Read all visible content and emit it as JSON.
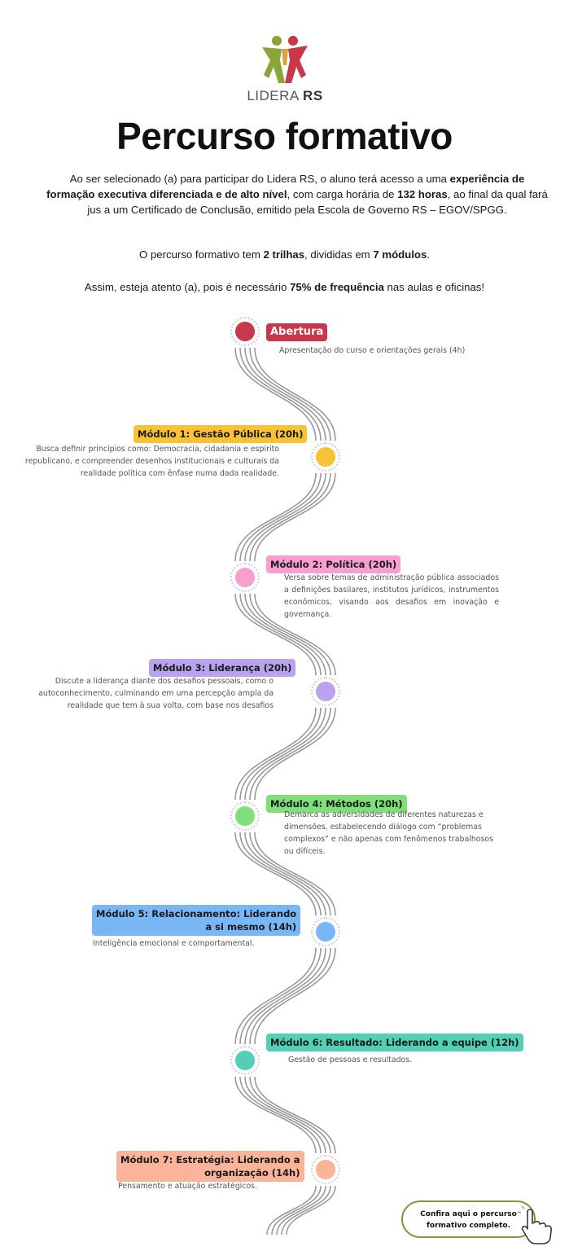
{
  "brand": {
    "name_light": "LIDERA",
    "name_bold": "RS",
    "colors": {
      "green": "#8aa437",
      "red": "#c8384a"
    }
  },
  "title": "Percurso formativo",
  "intro": {
    "p1_a": "Ao ser selecionado (a) para participar do Lidera RS, o aluno terá acesso a uma ",
    "p1_b": "experiência de formação executiva diferenciada e de alto nível",
    "p1_c": ", com carga horária de ",
    "p1_d": "132 horas",
    "p1_e": ", ao final da qual fará jus a um Certificado de Conclusão, emitido pela Escola de Governo RS – EGOV/SPGG.",
    "p2_a": "O percurso formativo tem ",
    "p2_b": "2 trilhas",
    "p2_c": ", divididas em ",
    "p2_d": "7 módulos",
    "p2_e": ".",
    "p3_a": "Assim, esteja atento (a), pois é necessário ",
    "p3_b": "75% de frequência",
    "p3_c": " nas aulas e oficinas!"
  },
  "modules": [
    {
      "label": "Abertura",
      "desc": "Apresentação do curso e orientações gerais (4h)",
      "color": "#c8384a"
    },
    {
      "label": "Módulo 1: Gestão Pública (20h)",
      "desc": "Busca definir princípios como: Democracia, cidadania e espírito republicano, e compreender desenhos institucionais e culturais da realidade política com ênfase numa dada realidade.",
      "color": "#f8c235"
    },
    {
      "label": "Módulo 2: Política (20h)",
      "desc": "Versa sobre temas de administração pública associados a definições basilares, institutos jurídicos, instrumentos econômicos, visando aos desafios em inovação e governança.",
      "color": "#f79fd1"
    },
    {
      "label": "Módulo 3: Liderança (20h)",
      "desc": "Discute a liderança diante dos desafios pessoais, como o autoconhecimento, culminando em uma percepção ampla da realidade que tem à sua volta, com base nos desafios",
      "color": "#b9a3ef"
    },
    {
      "label": "Módulo 4: Métodos (20h)",
      "desc": "Demarca as adversidades de diferentes naturezas e dimensões, estabelecendo diálogo com “problemas complexos” e não apenas com fenômenos trabalhosos ou difíceis.",
      "color": "#7fdf79"
    },
    {
      "label_1": "Módulo 5: Relacionamento: Liderando",
      "label_2": "a si mesmo (14h)",
      "desc": "Inteligência emocional e comportamental.",
      "color": "#79b6f5"
    },
    {
      "label": "Módulo 6: Resultado: Liderando a equipe (12h)",
      "desc": "Gestão de pessoas e resultados.",
      "color": "#52cfb4"
    },
    {
      "label_1": "Módulo 7: Estratégia: Liderando a",
      "label_2": "organização (14h)",
      "desc": "Pensamento e atuação estratégicos.",
      "color": "#fbb39a"
    }
  ],
  "cta": {
    "line1": "Confira aqui o percurso",
    "line2": "formativo completo.",
    "border_color": "#7a9b3a"
  }
}
